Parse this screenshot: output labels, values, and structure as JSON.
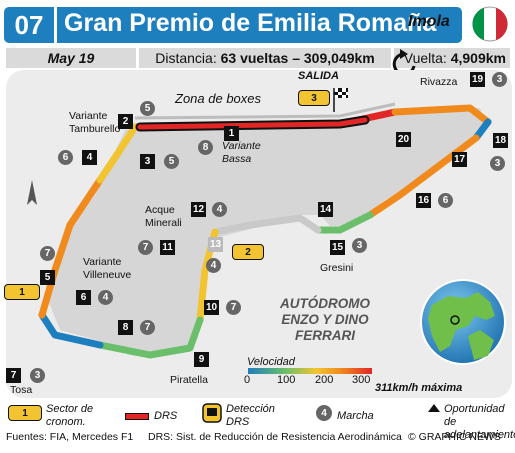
{
  "header": {
    "round": "07",
    "title": "Gran Premio de Emilia Romaña",
    "city": "Imola",
    "flag_colors": [
      "#009246",
      "#ffffff",
      "#ce2b37"
    ]
  },
  "info": {
    "date": "May 19",
    "distance_label": "Distancia:",
    "distance_value": "63 vueltas – 309,049km",
    "lap_label": "Vuelta:",
    "lap_value": "4,909km"
  },
  "track": {
    "start_label": "SALIDA",
    "pit_label": "Zona de boxes",
    "circuit_name_lines": [
      "AUTÓDROMO",
      "ENZO Y DINO",
      "FERRARI"
    ],
    "labels": {
      "variante_tamburello": [
        "Variante",
        "Tamburello"
      ],
      "variante_bassa": [
        "Variante",
        "Bassa"
      ],
      "acque_minerali": [
        "Acque",
        "Minerali"
      ],
      "variante_villeneuve": [
        "Variante",
        "Villeneuve"
      ],
      "rivazza": "Rivazza",
      "gresini": "Gresini",
      "piratella": "Piratella",
      "tosa": "Tosa"
    },
    "turns": [
      "1",
      "2",
      "3",
      "4",
      "5",
      "6",
      "7",
      "8",
      "9",
      "10",
      "11",
      "12",
      "13",
      "14",
      "15",
      "16",
      "17",
      "18",
      "19",
      "20"
    ],
    "gears": [
      "5",
      "6",
      "5",
      "8",
      "4",
      "4",
      "7",
      "4",
      "7",
      "3",
      "7",
      "7",
      "3",
      "6",
      "3",
      "3"
    ],
    "sectors": [
      "1",
      "2",
      "3"
    ]
  },
  "speed_legend": {
    "title": "Velocidad",
    "ticks": [
      "0",
      "100",
      "200",
      "300"
    ],
    "max": "311km/h máxima",
    "colors": [
      "#1e7fbf",
      "#6bbf6a",
      "#f2c431",
      "#f08a1c",
      "#e22626"
    ]
  },
  "legend": {
    "sector": [
      "Sector de",
      "cronom."
    ],
    "drs": "DRS",
    "detection": [
      "Detección",
      "DRS"
    ],
    "gear": "Marcha",
    "overtake": [
      "Oportunidad de",
      "adelantamiento"
    ],
    "sector_num": "1",
    "gear_num": "4"
  },
  "footer": {
    "sources": "Fuentes: FIA, Mercedes F1",
    "drs_note": "DRS: Sist. de Reducción de Resistencia Aerodinámica",
    "credit": "© GRAPHIC NEWS"
  }
}
